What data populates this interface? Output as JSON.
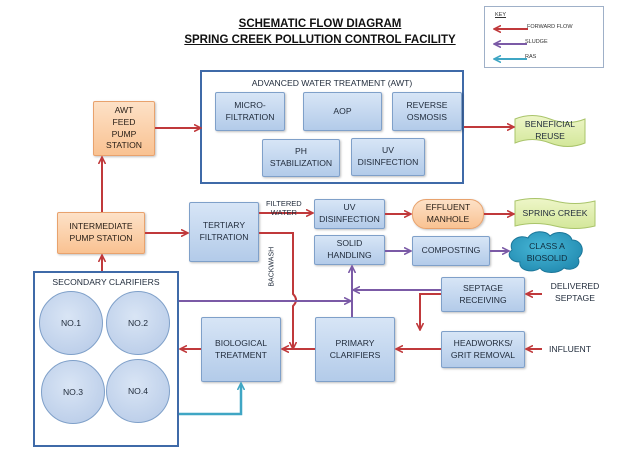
{
  "title": {
    "line1": "SCHEMATIC FLOW DIAGRAM",
    "line2": "SPRING CREEK POLLUTION CONTROL FACILITY"
  },
  "key": {
    "heading": "KEY",
    "items": [
      {
        "label": "FORWARD FLOW",
        "color": "#c0393b"
      },
      {
        "label": "SLUDGE",
        "color": "#7b5aa6"
      },
      {
        "label": "RAS",
        "color": "#3fa6c4"
      }
    ]
  },
  "awt": {
    "label": "ADVANCED WATER TREATMENT (AWT)",
    "units": {
      "microfiltration": "MICRO-\nFILTRATION",
      "aop": "AOP",
      "reverse_osmosis": "REVERSE\nOSMOSIS",
      "ph_stabilization": "PH\nSTABILIZATION",
      "uv_disinfection": "UV\nDISINFECTION"
    }
  },
  "nodes": {
    "awt_feed_pump": "AWT\nFEED\nPUMP\nSTATION",
    "beneficial_reuse": "BENEFICIAL\nREUSE",
    "intermediate_pump": "INTERMEDIATE\nPUMP STATION",
    "tertiary_filtration": "TERTIARY\nFILTRATION",
    "uv_disinfection": "UV\nDISINFECTION",
    "effluent_manhole": "EFFLUENT\nMANHOLE",
    "spring_creek": "SPRING CREEK",
    "solid_handling": "SOLID\nHANDLING",
    "composting": "COMPOSTING",
    "class_a_biosolid": "CLASS A\nBIOSOLID",
    "septage_receiving": "SEPTAGE\nRECEIVING",
    "delivered_septage": "DELIVERED\nSEPTAGE",
    "headworks": "HEADWORKS/\nGRIT REMOVAL",
    "influent": "INFLUENT",
    "primary_clarifiers": "PRIMARY\nCLARIFIERS",
    "biological_treatment": "BIOLOGICAL\nTREATMENT"
  },
  "secondary_clarifiers": {
    "label": "SECONDARY CLARIFIERS",
    "units": [
      "NO.1",
      "NO.2",
      "NO.3",
      "NO.4"
    ]
  },
  "flow_labels": {
    "filtered_water": "FILTERED\nWATER",
    "backwash": "BACKWASH"
  },
  "colors": {
    "forward_flow": "#c0393b",
    "sludge": "#7b5aa6",
    "ras": "#3fa6c4",
    "container_border": "#3f6aa8"
  }
}
